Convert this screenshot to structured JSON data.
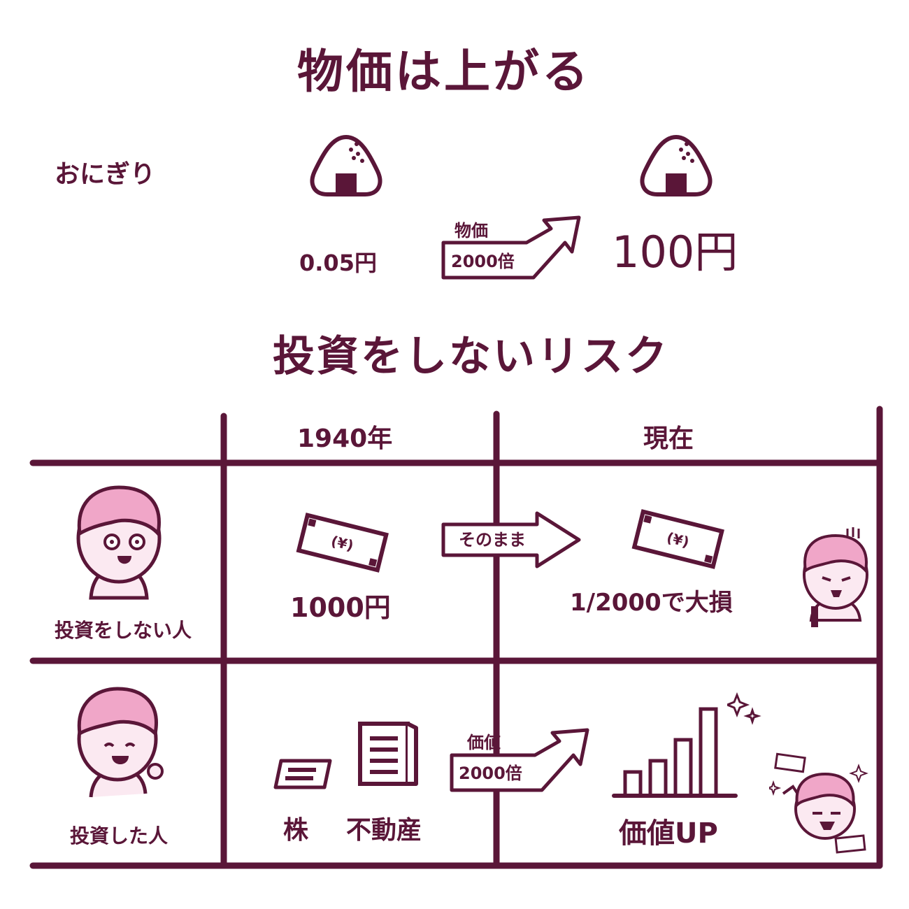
{
  "title_top": "物価は上がる",
  "title_bottom": "投資をしないリスク",
  "onigiri": {
    "label": "おにぎり",
    "price_before": "0.05円",
    "price_after": "100円",
    "arrow_top": "物価",
    "arrow_bottom": "2000倍"
  },
  "table": {
    "col_1940": "1940年",
    "col_now": "現在",
    "row_no_invest": {
      "label": "投資をしない人",
      "amount_1940": "1000円",
      "arrow": "そのまま",
      "result_now": "1/2000で大損"
    },
    "row_invest": {
      "label": "投資した人",
      "asset_stock": "株",
      "asset_realestate": "不動産",
      "arrow_top": "価値",
      "arrow_bottom": "2000倍",
      "result_now": "価値UP"
    }
  },
  "colors": {
    "ink": "#5a1638",
    "hair": "#f0a6c8",
    "skin": "#fbe9f1"
  }
}
